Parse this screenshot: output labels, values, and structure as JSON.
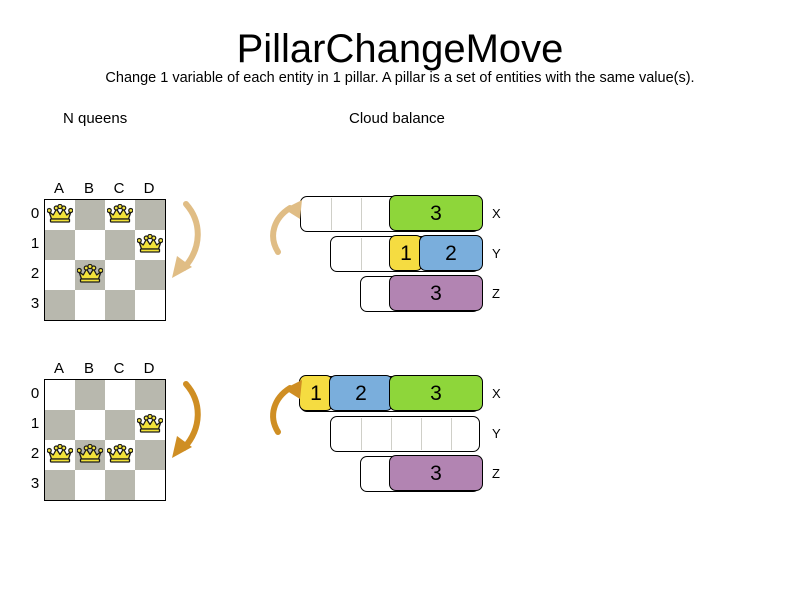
{
  "header": {
    "title": "PillarChangeMove",
    "subtitle": "Change 1 variable of each entity in 1 pillar. A pillar is a set of entities with the same value(s)."
  },
  "sections": {
    "nqueens_heading": "N queens",
    "cloud_heading": "Cloud balance"
  },
  "colors": {
    "light_cell": "#ffffff",
    "dark_cell": "#b8b8ae",
    "queen_fill": "#f2e23a",
    "queen_outline": "#1a1a1a",
    "green": "#8ed63a",
    "blue": "#7aaedc",
    "yellow": "#f5dc41",
    "purple": "#b284b2",
    "arrow_light": "#e0bd85",
    "arrow_dark": "#cf8e23",
    "border": "#000000"
  },
  "nqueens": {
    "column_labels": [
      "A",
      "B",
      "C",
      "D"
    ],
    "row_labels": [
      "0",
      "1",
      "2",
      "3"
    ],
    "boards": [
      {
        "name": "before",
        "queens": [
          {
            "col": 0,
            "row": 0,
            "cell": "A0"
          },
          {
            "col": 2,
            "row": 0,
            "cell": "C0"
          },
          {
            "col": 3,
            "row": 1,
            "cell": "D1"
          },
          {
            "col": 1,
            "row": 2,
            "cell": "B2"
          }
        ]
      },
      {
        "name": "after",
        "queens": [
          {
            "col": 3,
            "row": 1,
            "cell": "D1"
          },
          {
            "col": 0,
            "row": 2,
            "cell": "A2"
          },
          {
            "col": 1,
            "row": 2,
            "cell": "B2"
          },
          {
            "col": 2,
            "row": 2,
            "cell": "C2"
          }
        ]
      }
    ]
  },
  "cloud_balance": {
    "groups": [
      {
        "name": "before",
        "rows": [
          {
            "label": "X",
            "capacity": 6,
            "empty_cells": 3,
            "segments": [
              {
                "value": "3",
                "units": 3,
                "color": "#8ed63a"
              }
            ]
          },
          {
            "label": "Y",
            "capacity": 5,
            "empty_cells": 2,
            "segments": [
              {
                "value": "1",
                "units": 1,
                "color": "#f5dc41"
              },
              {
                "value": "2",
                "units": 2,
                "color": "#7aaedc"
              }
            ]
          },
          {
            "label": "Z",
            "capacity": 4,
            "empty_cells": 1,
            "segments": [
              {
                "value": "3",
                "units": 3,
                "color": "#b284b2"
              }
            ]
          }
        ]
      },
      {
        "name": "after",
        "rows": [
          {
            "label": "X",
            "capacity": 6,
            "empty_cells": 0,
            "segments": [
              {
                "value": "1",
                "units": 1,
                "color": "#f5dc41"
              },
              {
                "value": "2",
                "units": 2,
                "color": "#7aaedc"
              },
              {
                "value": "3",
                "units": 3,
                "color": "#8ed63a"
              }
            ]
          },
          {
            "label": "Y",
            "capacity": 5,
            "empty_cells": 5,
            "segments": []
          },
          {
            "label": "Z",
            "capacity": 4,
            "empty_cells": 1,
            "segments": [
              {
                "value": "3",
                "units": 3,
                "color": "#b284b2"
              }
            ]
          }
        ]
      }
    ]
  },
  "arrows": [
    {
      "name": "board-move-arrow-top",
      "direction": "down-left",
      "color": "#e0bd85"
    },
    {
      "name": "board-move-arrow-bottom",
      "direction": "down-left",
      "color": "#cf8e23"
    },
    {
      "name": "cloud-move-arrow-top",
      "direction": "up-right",
      "color": "#e0bd85"
    },
    {
      "name": "cloud-move-arrow-bottom",
      "direction": "up-right",
      "color": "#cf8e23"
    }
  ]
}
